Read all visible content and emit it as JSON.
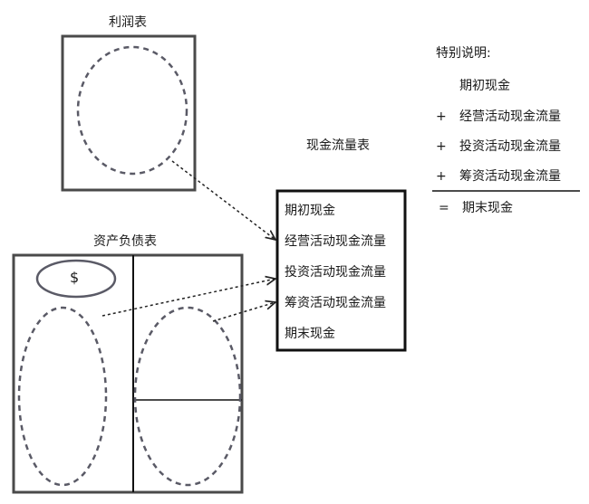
{
  "income_statement": {
    "title": "利润表"
  },
  "balance_sheet": {
    "title": "资产负债表",
    "currency_symbol": "$"
  },
  "cash_flow_statement": {
    "title": "现金流量表",
    "rows": [
      "期初现金",
      "经营活动现金流量",
      "投资活动现金流量",
      "筹资活动现金流量",
      "期末现金"
    ]
  },
  "note": {
    "title": "特别说明:",
    "lines": [
      {
        "op": "",
        "text": "期初现金"
      },
      {
        "op": "+",
        "text": "经营活动现金流量"
      },
      {
        "op": "+",
        "text": "投资活动现金流量"
      },
      {
        "op": "+",
        "text": "筹资活动现金流量"
      }
    ],
    "result": {
      "op": "=",
      "text": "期末现金"
    }
  },
  "colors": {
    "frame": "#4a4a4a",
    "dash": "#5a5a66",
    "arrow": "#222222",
    "text": "#1a1a1a"
  }
}
